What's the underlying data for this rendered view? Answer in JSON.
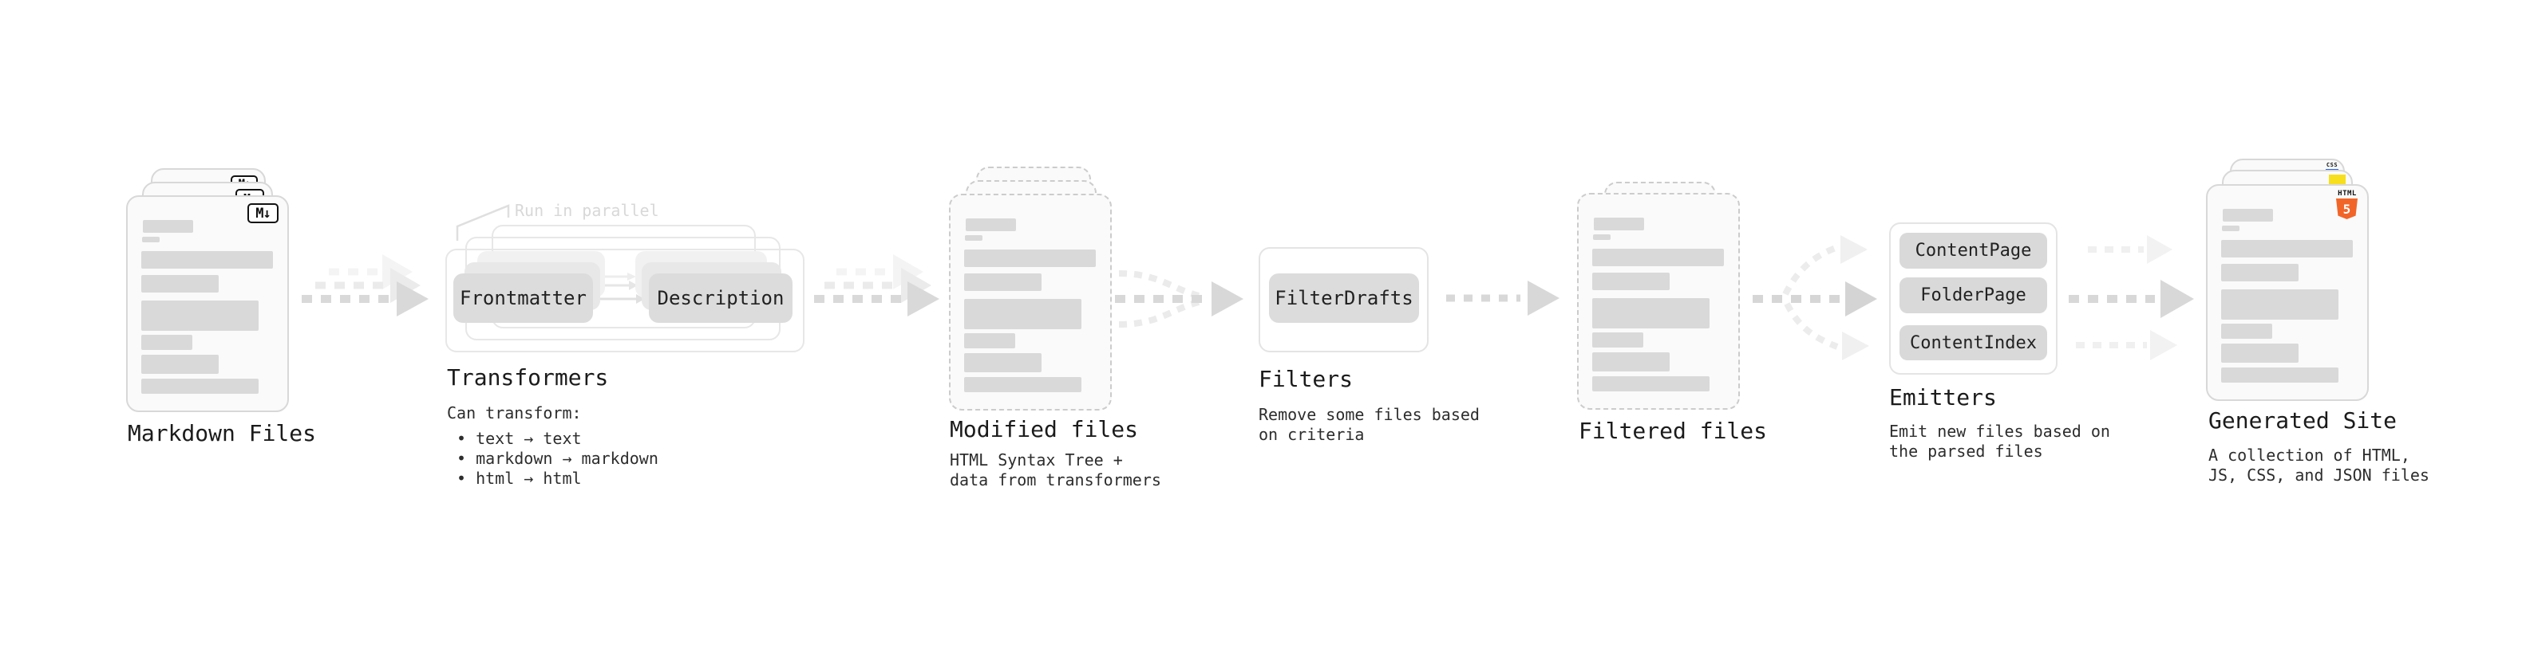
{
  "stages": {
    "markdown_files": {
      "label": "Markdown Files",
      "badge": "M↓"
    },
    "transformers": {
      "title": "Transformers",
      "note": "Run in parallel",
      "buttons": [
        "Frontmatter",
        "Description"
      ],
      "desc_heading": "Can transform:",
      "bullets": [
        "• text → text",
        "• markdown → markdown",
        "• html → html"
      ]
    },
    "modified_files": {
      "label": "Modified files",
      "desc_lines": [
        "HTML Syntax Tree +",
        "data from transformers"
      ]
    },
    "filters": {
      "title": "Filters",
      "button": "FilterDrafts",
      "desc_lines": [
        "Remove some files based",
        "on criteria"
      ]
    },
    "filtered_files": {
      "label": "Filtered files"
    },
    "emitters": {
      "title": "Emitters",
      "buttons": [
        "ContentPage",
        "FolderPage",
        "ContentIndex"
      ],
      "desc_lines": [
        "Emit new files based on",
        "the parsed files"
      ]
    },
    "generated_site": {
      "label": "Generated Site",
      "desc_lines": [
        "A collection of HTML,",
        "JS, CSS, and JSON files"
      ],
      "badges": {
        "html_label": "HTML",
        "html5_numeral": "5",
        "css_label": "CSS"
      }
    }
  },
  "colors": {
    "background": "#ffffff",
    "doc_fill": "#fafafa",
    "doc_border": "#d8d8d8",
    "doc_border_dashed": "#cccccc",
    "placeholder_bar": "#d9d9d9",
    "panel_border": "#e4e4e4",
    "chip_fill": "#dcdcdc",
    "arrow_dark": "#d8d8d8",
    "arrow_light": "#ececec",
    "title_text": "#1b1b1b",
    "body_text": "#2d2d2d",
    "note_text": "#d8d8d8",
    "markdown_badge": "#111111",
    "html5_orange": "#f16529",
    "js_yellow": "#f7df1e",
    "css_blue": "#2965f1"
  }
}
